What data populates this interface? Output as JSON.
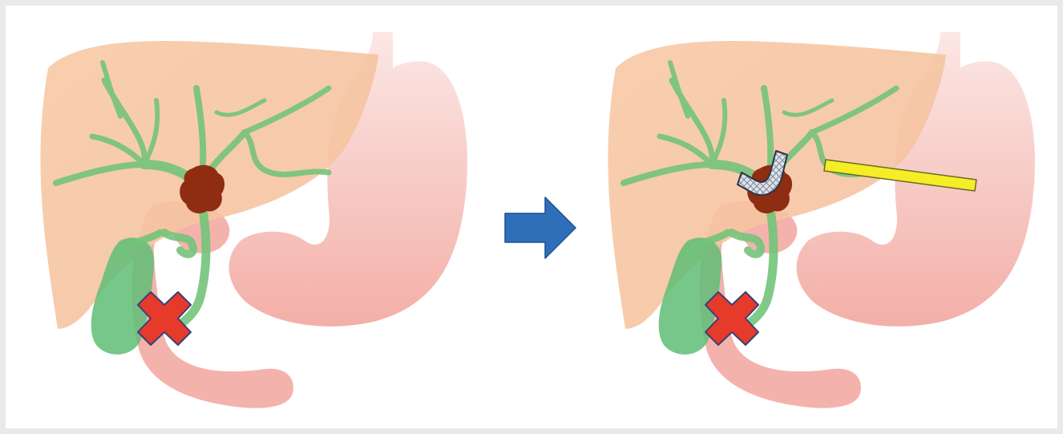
{
  "figure": {
    "panels": [
      {
        "id": "before",
        "structures": [
          "liver",
          "stomach",
          "duodenum",
          "gallbladder",
          "bile-ducts",
          "tumor",
          "obstruction-mark"
        ]
      },
      {
        "id": "after",
        "structures": [
          "liver",
          "stomach",
          "duodenum",
          "gallbladder",
          "bile-ducts",
          "tumor",
          "obstruction-mark",
          "biliary-stent",
          "drainage-tube"
        ]
      }
    ],
    "icons": [
      "transition-arrow-icon",
      "blocked-x-icon",
      "biliary-stent-icon"
    ]
  },
  "colors": {
    "frame": "#e9e9ea",
    "liver": "#f6c7a4",
    "stomach": "#f3a39c",
    "duodenum": "#f2aaa2",
    "bile_ducts": "#71c37a",
    "gallbladder": "#6cc081",
    "tumor": "#8b2b10",
    "blocked_mark": "#e63a2b",
    "blocked_mark_outline": "#3b3f7a",
    "arrow": "#2f6fb9",
    "arrow_outline": "#1f4f8f",
    "stent": "#c9d2e0",
    "drain": "#f5ee26",
    "drain_outline": "#6a6a2a"
  }
}
